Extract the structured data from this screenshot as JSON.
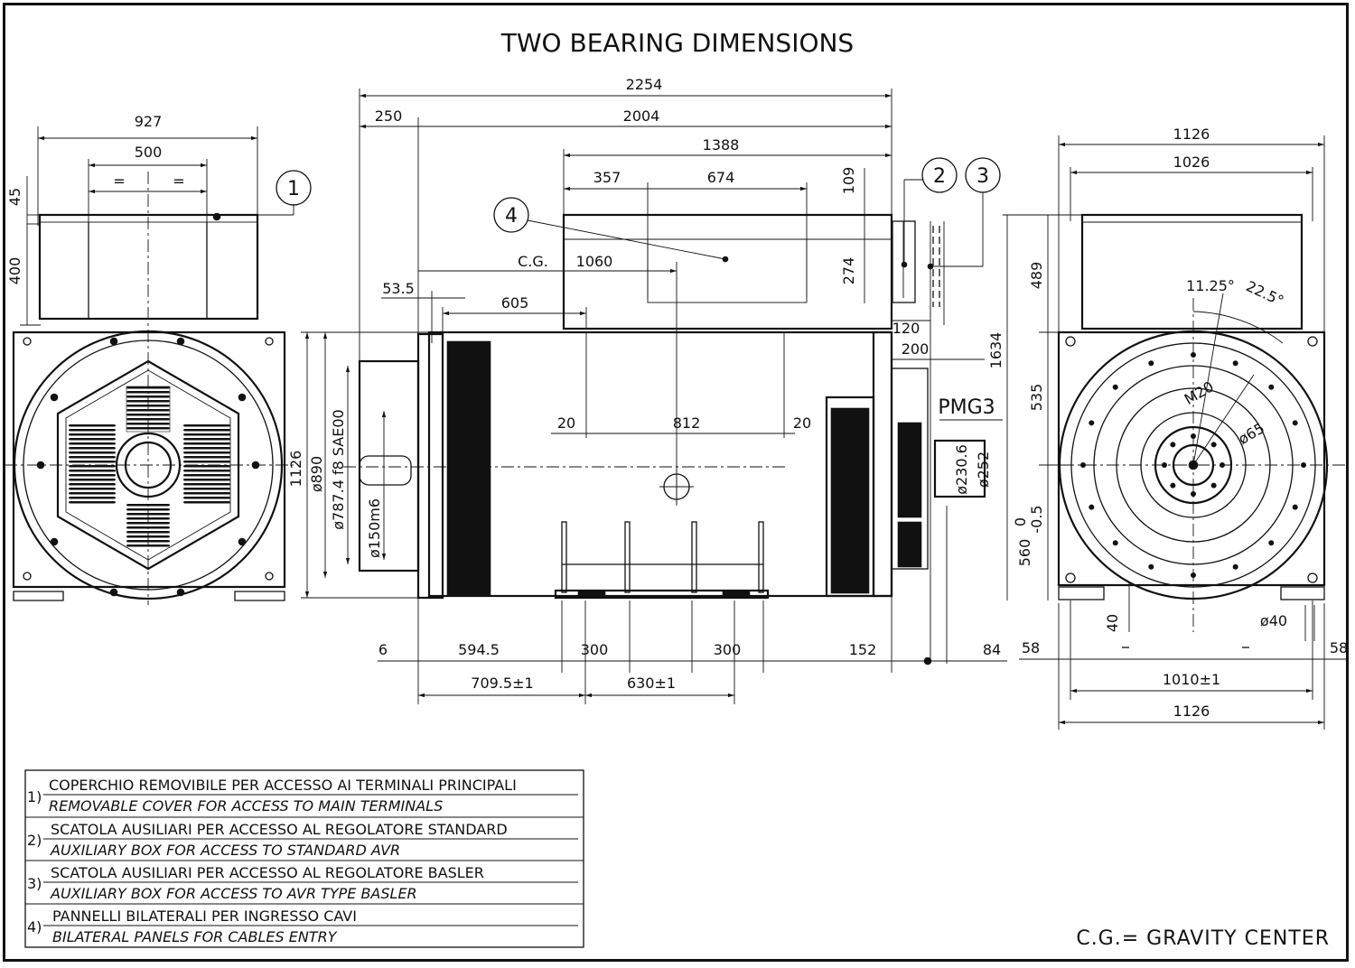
{
  "title": "TWO BEARING DIMENSIONS",
  "dimensions": {
    "left_view": {
      "width_overall": "927",
      "cover_width": "500",
      "equal_left": "=",
      "equal_right": "=",
      "cover_top": "45",
      "cover_height": "400"
    },
    "side_view": {
      "overall_length": "2254",
      "length_2004": "2004",
      "offset_250": "250",
      "box_1388": "1388",
      "box_357": "357",
      "box_674": "674",
      "box_109": "109",
      "cg_label": "C.G.",
      "cg_1060": "1060",
      "box_274": "274",
      "d_53_5": "53.5",
      "d_605": "605",
      "d_120": "120",
      "d_200": "200",
      "height_1634": "1634",
      "d_20_left": "20",
      "d_812": "812",
      "d_20_right": "20",
      "height_1126": "1126",
      "dia_890": "ø890",
      "dia_787": "ø787.4  f8  SAE00",
      "dia_150": "ø150m6",
      "pmg": "PMG3",
      "dia_230": "ø230.6",
      "dia_252": "ø252",
      "d_6": "6",
      "d_594_5": "594.5",
      "d_300a": "300",
      "d_300b": "300",
      "d_152": "152",
      "d_84": "84",
      "d_709": "709.5±1",
      "d_630": "630±1"
    },
    "right_view": {
      "width_1126_top": "1126",
      "width_1026": "1026",
      "h_489": "489",
      "angle_11": "11.25°",
      "angle_22": "22.5°",
      "m20": "M20",
      "dia_65": "ø65",
      "h_535": "535",
      "shaft_tol": "0\n-0.5",
      "tol_0": "0",
      "h_560": "560",
      "tol_05": "-0.5",
      "d_40": "40",
      "dia_40": "ø40",
      "d_58_left": "58",
      "d_58_right": "58",
      "d_1010": "1010±1",
      "width_1126_bottom": "1126"
    }
  },
  "callouts": [
    "1",
    "2",
    "3",
    "4"
  ],
  "legend": [
    {
      "num": "1)",
      "it": "COPERCHIO REMOVIBILE PER ACCESSO AI TERMINALI PRINCIPALI",
      "en": "REMOVABLE COVER  FOR ACCESS TO MAIN TERMINALS"
    },
    {
      "num": "2)",
      "it": "SCATOLA AUSILIARI PER ACCESSO AL REGOLATORE STANDARD",
      "en": "AUXILIARY BOX FOR ACCESS TO STANDARD AVR"
    },
    {
      "num": "3)",
      "it": "SCATOLA AUSILIARI PER ACCESSO AL REGOLATORE BASLER",
      "en": "AUXILIARY BOX FOR ACCESS TO AVR TYPE BASLER"
    },
    {
      "num": "4)",
      "it": "PANNELLI BILATERALI PER INGRESSO CAVI",
      "en": "BILATERAL PANELS FOR CABLES ENTRY"
    }
  ],
  "note": "C.G.= GRAVITY CENTER"
}
